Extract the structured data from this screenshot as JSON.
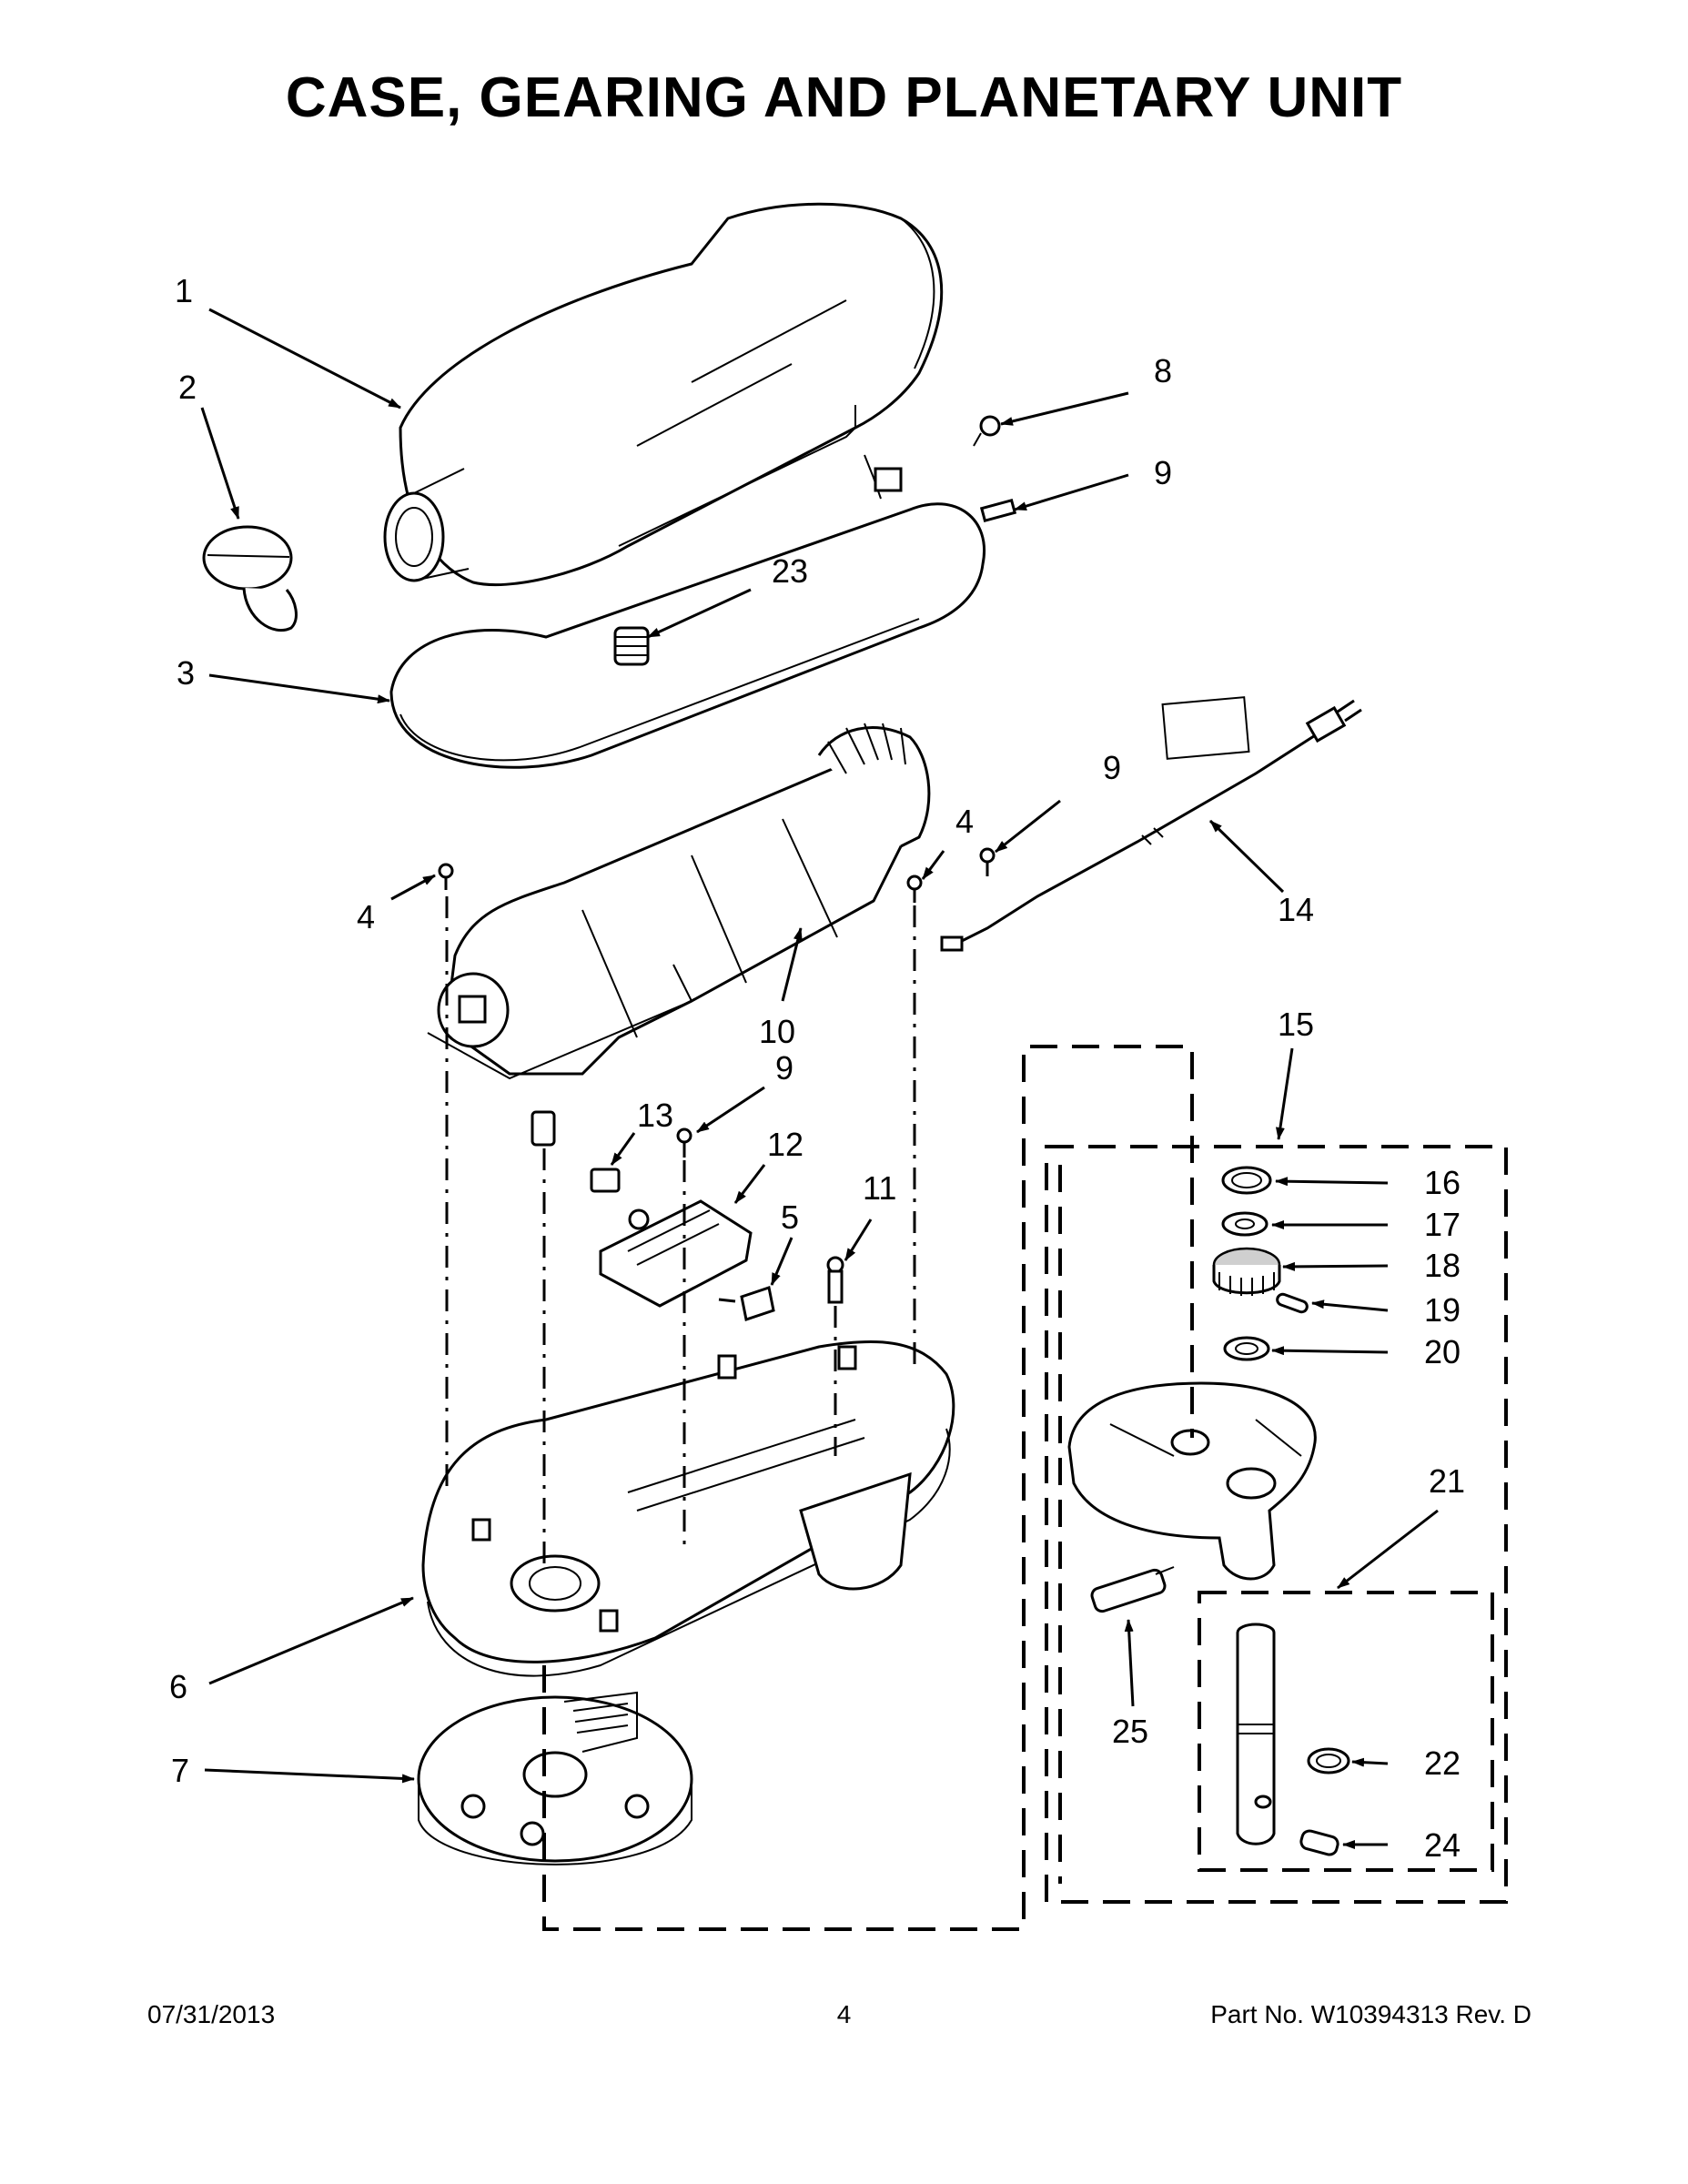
{
  "title": "CASE, GEARING AND PLANETARY UNIT",
  "callouts": [
    {
      "id": "c1",
      "label": "1"
    },
    {
      "id": "c2",
      "label": "2"
    },
    {
      "id": "c3",
      "label": "3"
    },
    {
      "id": "c4a",
      "label": "4"
    },
    {
      "id": "c4b",
      "label": "4"
    },
    {
      "id": "c5",
      "label": "5"
    },
    {
      "id": "c6",
      "label": "6"
    },
    {
      "id": "c7",
      "label": "7"
    },
    {
      "id": "c8",
      "label": "8"
    },
    {
      "id": "c9a",
      "label": "9"
    },
    {
      "id": "c9b",
      "label": "9"
    },
    {
      "id": "c9c",
      "label": "9"
    },
    {
      "id": "c10",
      "label": "10"
    },
    {
      "id": "c11",
      "label": "11"
    },
    {
      "id": "c12",
      "label": "12"
    },
    {
      "id": "c13",
      "label": "13"
    },
    {
      "id": "c14",
      "label": "14"
    },
    {
      "id": "c15",
      "label": "15"
    },
    {
      "id": "c16",
      "label": "16"
    },
    {
      "id": "c17",
      "label": "17"
    },
    {
      "id": "c18",
      "label": "18"
    },
    {
      "id": "c19",
      "label": "19"
    },
    {
      "id": "c20",
      "label": "20"
    },
    {
      "id": "c21",
      "label": "21"
    },
    {
      "id": "c22",
      "label": "22"
    },
    {
      "id": "c23",
      "label": "23"
    },
    {
      "id": "c24",
      "label": "24"
    },
    {
      "id": "c25",
      "label": "25"
    }
  ],
  "footer": {
    "date": "07/31/2013",
    "page": "4",
    "part_number": "Part No.  W10394313  Rev.  D"
  }
}
